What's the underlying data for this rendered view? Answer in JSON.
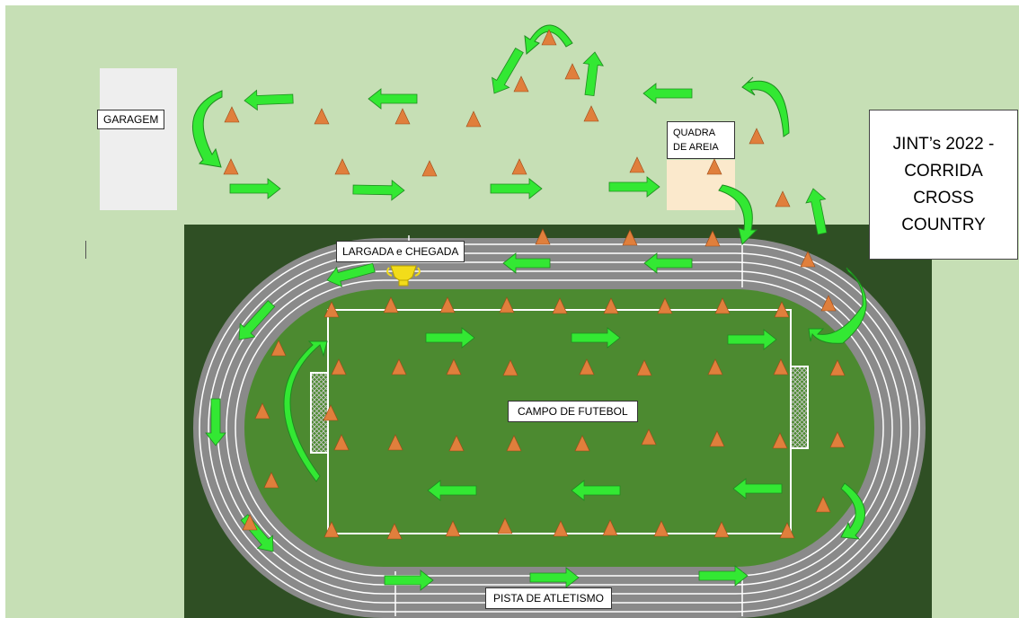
{
  "labels": {
    "garage": "GARAGEM",
    "sand_court_line1": "QUADRA",
    "sand_court_line2": "DE AREIA",
    "start_finish": "LARGADA e CHEGADA",
    "football_field": "CAMPO DE FUTEBOL",
    "athletics_track": "PISTA DE ATLETISMO"
  },
  "title": {
    "line1": "JINT’s 2022 -",
    "line2": "CORRIDA",
    "line3": "CROSS",
    "line4": "COUNTRY"
  },
  "colors": {
    "grass_light": "#c6dfb5",
    "grass_dark": "#2f4f24",
    "field_green": "#4c8a30",
    "track": "#8a8a8a",
    "cone": "#e07f3c",
    "arrow": "#33e833",
    "garage_fill": "#eeeeee",
    "sand_fill": "#fbe9cc",
    "trophy": "#f2dc1a"
  },
  "icons": {
    "cone": "traffic-cone-icon",
    "arrow": "direction-arrow-icon",
    "trophy": "trophy-icon",
    "goal": "goal-net-icon"
  }
}
